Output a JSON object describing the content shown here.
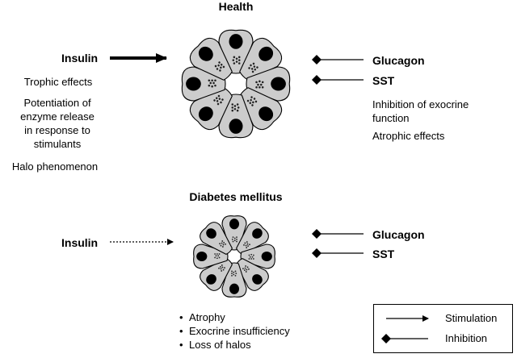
{
  "health": {
    "title": "Health",
    "insulin_label": "Insulin",
    "insulin_effects": [
      "Trophic effects",
      "Potentiation of",
      "enzyme release",
      "in response to",
      "stimulants",
      "Halo phenomenon"
    ],
    "glucagon_label": "Glucagon",
    "sst_label": "SST",
    "inhibitory_effects": [
      "Inhibition of exocrine",
      "function",
      "Atrophic effects"
    ]
  },
  "diabetes": {
    "title": "Diabetes mellitus",
    "insulin_label": "Insulin",
    "glucagon_label": "Glucagon",
    "sst_label": "SST",
    "outcomes": [
      "Atrophy",
      "Exocrine insufficiency",
      "Loss of halos"
    ]
  },
  "legend": {
    "stimulation_label": "Stimulation",
    "inhibition_label": "Inhibition"
  },
  "colors": {
    "cell_fill": "#cccccc",
    "nucleus": "#000000",
    "line": "#000000"
  }
}
